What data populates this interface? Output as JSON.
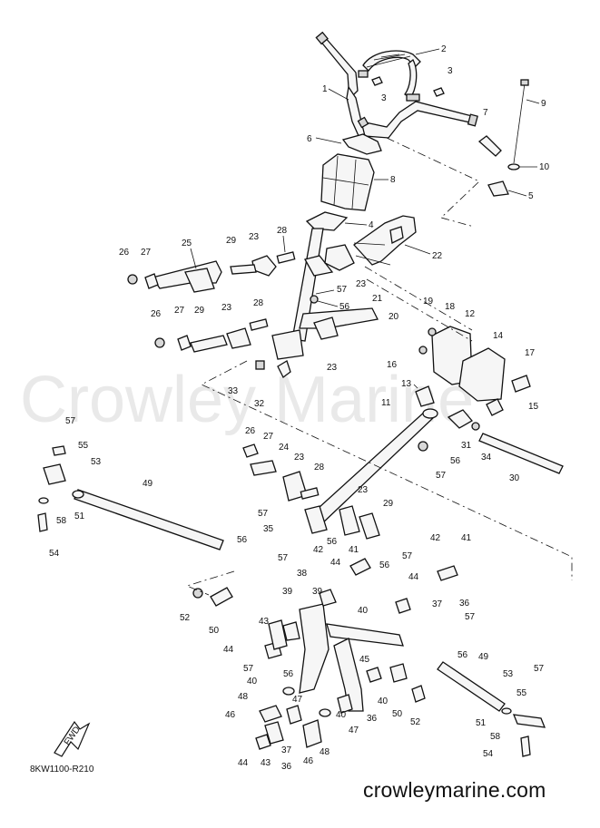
{
  "watermark": "Crowley Marine",
  "diagram_code": "8KW1100-R210",
  "site_url": "crowleymarine.com",
  "fwd_badge": "FWD",
  "callouts": [
    {
      "id": "c1",
      "t": "1"
    },
    {
      "id": "c2",
      "t": "2"
    },
    {
      "id": "c3a",
      "t": "3"
    },
    {
      "id": "c3b",
      "t": "3"
    },
    {
      "id": "c4",
      "t": "4"
    },
    {
      "id": "c5",
      "t": "5"
    },
    {
      "id": "c6",
      "t": "6"
    },
    {
      "id": "c7",
      "t": "7"
    },
    {
      "id": "c8",
      "t": "8"
    },
    {
      "id": "c9",
      "t": "9"
    },
    {
      "id": "c10",
      "t": "10"
    },
    {
      "id": "c11",
      "t": "11"
    },
    {
      "id": "c12",
      "t": "12"
    },
    {
      "id": "c13",
      "t": "13"
    },
    {
      "id": "c14",
      "t": "14"
    },
    {
      "id": "c15",
      "t": "15"
    },
    {
      "id": "c16",
      "t": "16"
    },
    {
      "id": "c17",
      "t": "17"
    },
    {
      "id": "c18",
      "t": "18"
    },
    {
      "id": "c19",
      "t": "19"
    },
    {
      "id": "c20",
      "t": "20"
    },
    {
      "id": "c21",
      "t": "21"
    },
    {
      "id": "c22",
      "t": "22"
    },
    {
      "id": "c23a",
      "t": "23"
    },
    {
      "id": "c23b",
      "t": "23"
    },
    {
      "id": "c23c",
      "t": "23"
    },
    {
      "id": "c23d",
      "t": "23"
    },
    {
      "id": "c23e",
      "t": "23"
    },
    {
      "id": "c24",
      "t": "24"
    },
    {
      "id": "c25",
      "t": "25"
    },
    {
      "id": "c26a",
      "t": "26"
    },
    {
      "id": "c26b",
      "t": "26"
    },
    {
      "id": "c26c",
      "t": "26"
    },
    {
      "id": "c27a",
      "t": "27"
    },
    {
      "id": "c27b",
      "t": "27"
    },
    {
      "id": "c27c",
      "t": "27"
    },
    {
      "id": "c28a",
      "t": "28"
    },
    {
      "id": "c28b",
      "t": "28"
    },
    {
      "id": "c28c",
      "t": "28"
    },
    {
      "id": "c29a",
      "t": "29"
    },
    {
      "id": "c29b",
      "t": "29"
    },
    {
      "id": "c29c",
      "t": "29"
    },
    {
      "id": "c30",
      "t": "30"
    },
    {
      "id": "c31",
      "t": "31"
    },
    {
      "id": "c32",
      "t": "32"
    },
    {
      "id": "c33",
      "t": "33"
    },
    {
      "id": "c34",
      "t": "34"
    },
    {
      "id": "c35",
      "t": "35"
    },
    {
      "id": "c36a",
      "t": "36"
    },
    {
      "id": "c36b",
      "t": "36"
    },
    {
      "id": "c36c",
      "t": "36"
    },
    {
      "id": "c37a",
      "t": "37"
    },
    {
      "id": "c37b",
      "t": "37"
    },
    {
      "id": "c38",
      "t": "38"
    },
    {
      "id": "c39a",
      "t": "39"
    },
    {
      "id": "c39b",
      "t": "39"
    },
    {
      "id": "c40a",
      "t": "40"
    },
    {
      "id": "c40b",
      "t": "40"
    },
    {
      "id": "c40c",
      "t": "40"
    },
    {
      "id": "c40d",
      "t": "40"
    },
    {
      "id": "c41a",
      "t": "41"
    },
    {
      "id": "c41b",
      "t": "41"
    },
    {
      "id": "c42a",
      "t": "42"
    },
    {
      "id": "c42b",
      "t": "42"
    },
    {
      "id": "c43a",
      "t": "43"
    },
    {
      "id": "c43b",
      "t": "43"
    },
    {
      "id": "c44a",
      "t": "44"
    },
    {
      "id": "c44b",
      "t": "44"
    },
    {
      "id": "c44c",
      "t": "44"
    },
    {
      "id": "c45",
      "t": "45"
    },
    {
      "id": "c46a",
      "t": "46"
    },
    {
      "id": "c46b",
      "t": "46"
    },
    {
      "id": "c47a",
      "t": "47"
    },
    {
      "id": "c47b",
      "t": "47"
    },
    {
      "id": "c48a",
      "t": "48"
    },
    {
      "id": "c48b",
      "t": "48"
    },
    {
      "id": "c49a",
      "t": "49"
    },
    {
      "id": "c49b",
      "t": "49"
    },
    {
      "id": "c50a",
      "t": "50"
    },
    {
      "id": "c50b",
      "t": "50"
    },
    {
      "id": "c51a",
      "t": "51"
    },
    {
      "id": "c51b",
      "t": "51"
    },
    {
      "id": "c52a",
      "t": "52"
    },
    {
      "id": "c52b",
      "t": "52"
    },
    {
      "id": "c53a",
      "t": "53"
    },
    {
      "id": "c53b",
      "t": "53"
    },
    {
      "id": "c54a",
      "t": "54"
    },
    {
      "id": "c54b",
      "t": "54"
    },
    {
      "id": "c55a",
      "t": "55"
    },
    {
      "id": "c55b",
      "t": "55"
    },
    {
      "id": "c56a",
      "t": "56"
    },
    {
      "id": "c56b",
      "t": "56"
    },
    {
      "id": "c56c",
      "t": "56"
    },
    {
      "id": "c56d",
      "t": "56"
    },
    {
      "id": "c56e",
      "t": "56"
    },
    {
      "id": "c56f",
      "t": "56"
    },
    {
      "id": "c56g",
      "t": "56"
    },
    {
      "id": "c57a",
      "t": "57"
    },
    {
      "id": "c57b",
      "t": "57"
    },
    {
      "id": "c57c",
      "t": "57"
    },
    {
      "id": "c57d",
      "t": "57"
    },
    {
      "id": "c57e",
      "t": "57"
    },
    {
      "id": "c57f",
      "t": "57"
    },
    {
      "id": "c57g",
      "t": "57"
    },
    {
      "id": "c57h",
      "t": "57"
    },
    {
      "id": "c57i",
      "t": "57"
    },
    {
      "id": "c58a",
      "t": "58"
    },
    {
      "id": "c58b",
      "t": "58"
    }
  ]
}
